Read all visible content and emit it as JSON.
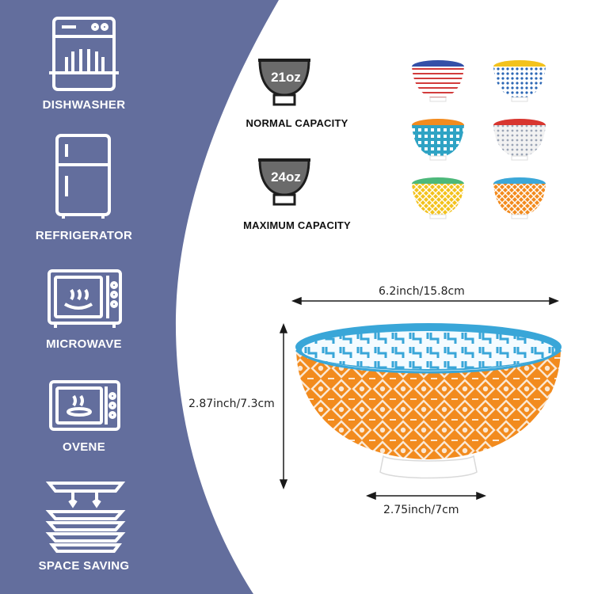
{
  "features": [
    {
      "name": "DISHWASHER",
      "icon": "dishwasher-icon"
    },
    {
      "name": "REFRIGERATOR",
      "icon": "refrigerator-icon"
    },
    {
      "name": "MICROWAVE",
      "icon": "microwave-icon"
    },
    {
      "name": "OVENE",
      "icon": "oven-icon"
    },
    {
      "name": "SPACE SAVING",
      "icon": "stacked-plates-icon"
    }
  ],
  "capacity": {
    "normal": {
      "value": "21oz",
      "label": "NORMAL CAPACITY"
    },
    "maximum": {
      "value": "24oz",
      "label": "MAXIMUM CAPACITY"
    }
  },
  "dimensions": {
    "width": "6.2inch/15.8cm",
    "height": "2.87inch/7.3cm",
    "base": "2.75inch/7cm"
  },
  "colors": {
    "panel": "#636E9D",
    "orange": "#F28B1E",
    "blue": "#3BA7D8"
  }
}
